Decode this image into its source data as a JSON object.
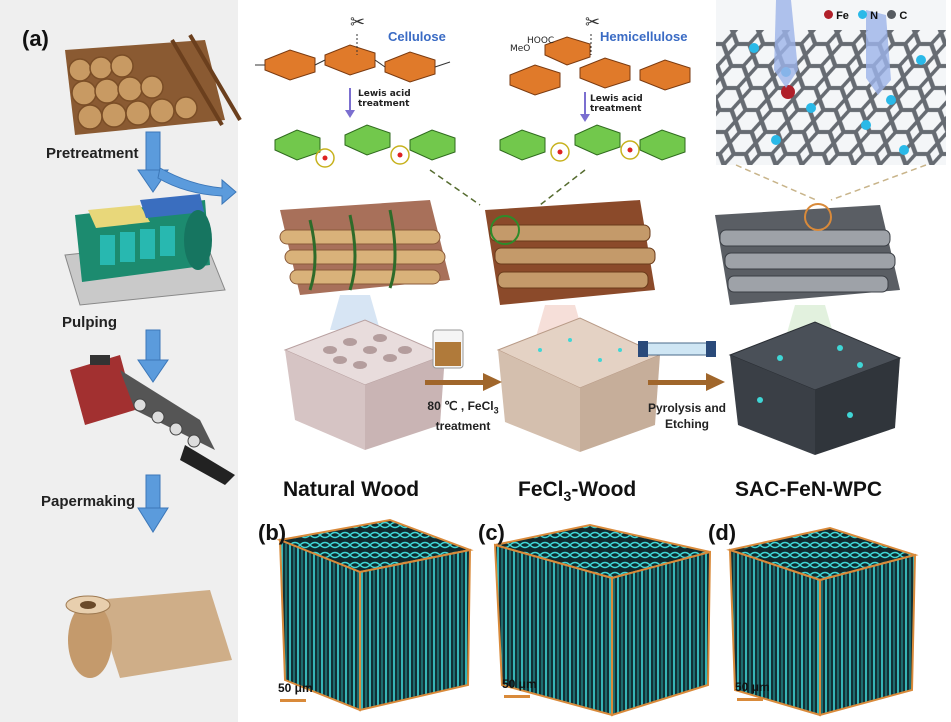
{
  "panels": {
    "a": "(a)",
    "b": "(b)",
    "c": "(c)",
    "d": "(d)"
  },
  "process_steps": {
    "pretreatment": "Pretreatment",
    "pulping": "Pulping",
    "papermaking": "Papermaking"
  },
  "molecules": {
    "cellulose": "Cellulose",
    "hemicellulose": "Hemicellulose",
    "lewis_1": "Lewis acid",
    "lewis_1b": "treatment",
    "lewis_2": "Lewis acid",
    "lewis_2b": "treatment",
    "meooc": "MeO",
    "hoooc": "HOOC"
  },
  "legend": {
    "fe": "Fe",
    "n": "N",
    "c": "C"
  },
  "arrows": {
    "treatment_line1": "80 ℃ , FeCl",
    "treatment_sub": "3",
    "treatment_line2": "treatment",
    "pyrolysis_line1": "Pyrolysis and",
    "pyrolysis_line2": "Etching"
  },
  "row_titles": {
    "natural": "Natural Wood",
    "fecl_main": "FeCl",
    "fecl_sub": "3",
    "fecl_tail": "-Wood",
    "sac": "SAC-FeN-WPC"
  },
  "scale_bars": {
    "b": "50 μm",
    "c": "50 μm",
    "d": "50 μm"
  },
  "colors": {
    "cellulose_ring": "#e07a2a",
    "treated_ring": "#6fcf4a",
    "arrow_blue": "#4a90d9",
    "arrow_brown": "#a0662b",
    "ct_cyan": "#3fd6d6",
    "ct_frame": "#d98a3a",
    "carbon_grey": "#555a60",
    "n_atom": "#2ab9e8",
    "fe_atom": "#b0202a"
  }
}
